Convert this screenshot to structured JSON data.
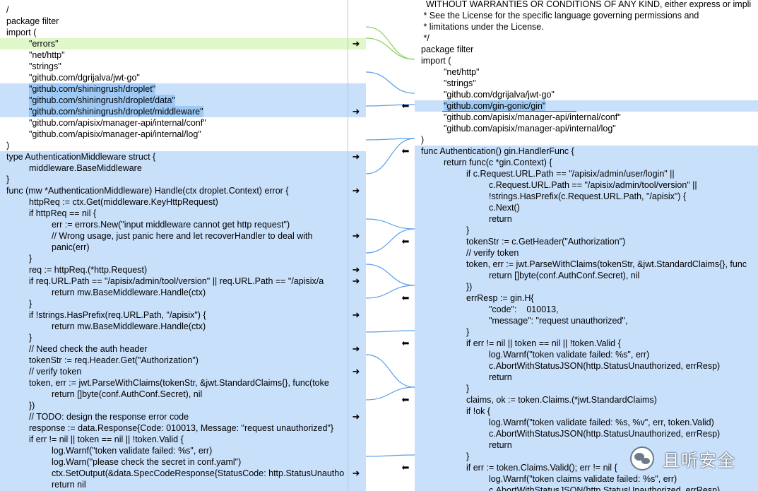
{
  "left": {
    "lines": [
      {
        "indent": 0,
        "text": "/",
        "band": "none"
      },
      {
        "indent": 0,
        "text": "package filter",
        "band": "none"
      },
      {
        "indent": 0,
        "text": "import (",
        "band": "none"
      },
      {
        "indent": 1,
        "text": "\"errors\"",
        "band": "green",
        "arrow": "right"
      },
      {
        "indent": 1,
        "text": "\"net/http\"",
        "band": "none"
      },
      {
        "indent": 1,
        "text": "\"strings\"",
        "band": "none"
      },
      {
        "indent": 1,
        "text": "\"github.com/dgrijalva/jwt-go\"",
        "band": "none"
      },
      {
        "indent": 1,
        "text": "\"github.com/shiningrush/droplet\"",
        "band": "blue",
        "hl": true
      },
      {
        "indent": 1,
        "text": "\"github.com/shiningrush/droplet/data\"",
        "band": "blue",
        "hl": true
      },
      {
        "indent": 1,
        "text": "\"github.com/shiningrush/droplet/middleware\"",
        "band": "blue",
        "hl": true,
        "arrow": "right"
      },
      {
        "indent": 1,
        "text": "\"github.com/apisix/manager-api/internal/conf\"",
        "band": "none"
      },
      {
        "indent": 1,
        "text": "\"github.com/apisix/manager-api/internal/log\"",
        "band": "none"
      },
      {
        "indent": 0,
        "text": ")",
        "band": "none"
      },
      {
        "indent": 0,
        "text": "type AuthenticationMiddleware struct {",
        "band": "blue",
        "arrow": "right"
      },
      {
        "indent": 1,
        "text": "middleware.BaseMiddleware",
        "band": "blue"
      },
      {
        "indent": 0,
        "text": "}",
        "band": "blue"
      },
      {
        "indent": 0,
        "text": "func (mw *AuthenticationMiddleware) Handle(ctx droplet.Context) error {",
        "band": "blue",
        "arrow": "right"
      },
      {
        "indent": 1,
        "text": "httpReq := ctx.Get(middleware.KeyHttpRequest)",
        "band": "blue"
      },
      {
        "indent": 1,
        "text": "if httpReq == nil {",
        "band": "blue"
      },
      {
        "indent": 2,
        "text": "err := errors.New(\"input middleware cannot get http request\")",
        "band": "blue"
      },
      {
        "indent": 2,
        "text": "// Wrong usage, just panic here and let recoverHandler to deal with",
        "band": "blue",
        "arrow": "right"
      },
      {
        "indent": 2,
        "text": "panic(err)",
        "band": "blue"
      },
      {
        "indent": 1,
        "text": "}",
        "band": "blue"
      },
      {
        "indent": 1,
        "text": "req := httpReq.(*http.Request)",
        "band": "blue",
        "arrow": "right"
      },
      {
        "indent": 1,
        "text": "if req.URL.Path == \"/apisix/admin/tool/version\" || req.URL.Path == \"/apisix/a",
        "band": "blue",
        "arrow": "right"
      },
      {
        "indent": 2,
        "text": "return mw.BaseMiddleware.Handle(ctx)",
        "band": "blue"
      },
      {
        "indent": 1,
        "text": "}",
        "band": "blue"
      },
      {
        "indent": 1,
        "text": "if !strings.HasPrefix(req.URL.Path, \"/apisix\") {",
        "band": "blue",
        "arrow": "right"
      },
      {
        "indent": 2,
        "text": "return mw.BaseMiddleware.Handle(ctx)",
        "band": "blue"
      },
      {
        "indent": 1,
        "text": "}",
        "band": "blue"
      },
      {
        "indent": 1,
        "text": "// Need check the auth header",
        "band": "blue",
        "arrow": "right"
      },
      {
        "indent": 1,
        "text": "tokenStr := req.Header.Get(\"Authorization\")",
        "band": "blue"
      },
      {
        "indent": 1,
        "text": "// verify token",
        "band": "blue",
        "arrow": "right"
      },
      {
        "indent": 1,
        "text": "token, err := jwt.ParseWithClaims(tokenStr, &jwt.StandardClaims{}, func(toke",
        "band": "blue"
      },
      {
        "indent": 2,
        "text": "return []byte(conf.AuthConf.Secret), nil",
        "band": "blue"
      },
      {
        "indent": 1,
        "text": "})",
        "band": "blue"
      },
      {
        "indent": 1,
        "text": "// TODO: design the response error code",
        "band": "blue",
        "arrow": "right"
      },
      {
        "indent": 1,
        "text": "response := data.Response{Code: 010013, Message: \"request unauthorized\"}",
        "band": "blue"
      },
      {
        "indent": 1,
        "text": "if err != nil || token == nil || !token.Valid {",
        "band": "blue"
      },
      {
        "indent": 2,
        "text": "log.Warnf(\"token validate failed: %s\", err)",
        "band": "blue"
      },
      {
        "indent": 2,
        "text": "log.Warn(\"please check the secret in conf.yaml\")",
        "band": "blue"
      },
      {
        "indent": 2,
        "text": "ctx.SetOutput(&data.SpecCodeResponse{StatusCode: http.StatusUnautho",
        "band": "blue",
        "arrow": "right"
      },
      {
        "indent": 2,
        "text": "return nil",
        "band": "blue"
      },
      {
        "indent": 1,
        "text": "}",
        "band": "blue"
      }
    ]
  },
  "right": {
    "lines": [
      {
        "indent": 0,
        "text": "  WITHOUT WARRANTIES OR CONDITIONS OF ANY KIND, either express or impli",
        "band": "none"
      },
      {
        "indent": 0,
        "text": " * See the License for the specific language governing permissions and",
        "band": "none"
      },
      {
        "indent": 0,
        "text": " * limitations under the License.",
        "band": "none"
      },
      {
        "indent": 0,
        "text": " */",
        "band": "none"
      },
      {
        "indent": 0,
        "text": "package filter",
        "band": "none"
      },
      {
        "indent": 0,
        "text": "import (",
        "band": "none"
      },
      {
        "indent": 1,
        "text": "\"net/http\"",
        "band": "none"
      },
      {
        "indent": 1,
        "text": "\"strings\"",
        "band": "none"
      },
      {
        "indent": 1,
        "text": "\"github.com/dgrijalva/jwt-go\"",
        "band": "none"
      },
      {
        "indent": 1,
        "text": "\"github.com/gin-gonic/gin\"",
        "band": "blue",
        "hl": true,
        "arrow": "left",
        "underline": true
      },
      {
        "indent": 1,
        "text": "\"github.com/apisix/manager-api/internal/conf\"",
        "band": "none"
      },
      {
        "indent": 1,
        "text": "\"github.com/apisix/manager-api/internal/log\"",
        "band": "none"
      },
      {
        "indent": 0,
        "text": ")",
        "band": "none"
      },
      {
        "indent": 0,
        "text": "func Authentication() gin.HandlerFunc {",
        "band": "blue",
        "arrow": "left"
      },
      {
        "indent": 1,
        "text": "return func(c *gin.Context) {",
        "band": "blue"
      },
      {
        "indent": 2,
        "text": "if c.Request.URL.Path == \"/apisix/admin/user/login\" ||",
        "band": "blue"
      },
      {
        "indent": 3,
        "text": "c.Request.URL.Path == \"/apisix/admin/tool/version\" ||",
        "band": "blue"
      },
      {
        "indent": 3,
        "text": "!strings.HasPrefix(c.Request.URL.Path, \"/apisix\") {",
        "band": "blue"
      },
      {
        "indent": 3,
        "text": "c.Next()",
        "band": "blue"
      },
      {
        "indent": 3,
        "text": "return",
        "band": "blue"
      },
      {
        "indent": 2,
        "text": "}",
        "band": "blue"
      },
      {
        "indent": 2,
        "text": "tokenStr := c.GetHeader(\"Authorization\")",
        "band": "blue",
        "arrow": "left"
      },
      {
        "indent": 2,
        "text": "// verify token",
        "band": "blue"
      },
      {
        "indent": 2,
        "text": "token, err := jwt.ParseWithClaims(tokenStr, &jwt.StandardClaims{}, func",
        "band": "blue"
      },
      {
        "indent": 3,
        "text": "return []byte(conf.AuthConf.Secret), nil",
        "band": "blue"
      },
      {
        "indent": 2,
        "text": "})",
        "band": "blue"
      },
      {
        "indent": 2,
        "text": "errResp := gin.H{",
        "band": "blue",
        "arrow": "left"
      },
      {
        "indent": 3,
        "text": "\"code\":    010013,",
        "band": "blue"
      },
      {
        "indent": 3,
        "text": "\"message\": \"request unauthorized\",",
        "band": "blue"
      },
      {
        "indent": 2,
        "text": "}",
        "band": "blue"
      },
      {
        "indent": 2,
        "text": "if err != nil || token == nil || !token.Valid {",
        "band": "blue",
        "arrow": "left"
      },
      {
        "indent": 3,
        "text": "log.Warnf(\"token validate failed: %s\", err)",
        "band": "blue"
      },
      {
        "indent": 3,
        "text": "c.AbortWithStatusJSON(http.StatusUnauthorized, errResp)",
        "band": "blue"
      },
      {
        "indent": 3,
        "text": "return",
        "band": "blue"
      },
      {
        "indent": 2,
        "text": "}",
        "band": "blue"
      },
      {
        "indent": 2,
        "text": "claims, ok := token.Claims.(*jwt.StandardClaims)",
        "band": "blue",
        "arrow": "left"
      },
      {
        "indent": 2,
        "text": "if !ok {",
        "band": "blue"
      },
      {
        "indent": 3,
        "text": "log.Warnf(\"token validate failed: %s, %v\", err, token.Valid)",
        "band": "blue"
      },
      {
        "indent": 3,
        "text": "c.AbortWithStatusJSON(http.StatusUnauthorized, errResp)",
        "band": "blue"
      },
      {
        "indent": 3,
        "text": "return",
        "band": "blue"
      },
      {
        "indent": 2,
        "text": "}",
        "band": "blue"
      },
      {
        "indent": 2,
        "text": "if err := token.Claims.Valid(); err != nil {",
        "band": "blue",
        "arrow": "left"
      },
      {
        "indent": 3,
        "text": "log.Warnf(\"token claims validate failed: %s\", err)",
        "band": "blue"
      },
      {
        "indent": 3,
        "text": "c.AbortWithStatusJSON(http.StatusUnauthorized, errResp)",
        "band": "blue"
      }
    ]
  },
  "watermark": {
    "text": "且听安全",
    "icon": "wechat-icon"
  },
  "colors": {
    "blue_band": "#c9e0fb",
    "blue_highlight": "#9ec9f4",
    "green_band": "#dff7c9",
    "connector": "#5aa0ea"
  }
}
